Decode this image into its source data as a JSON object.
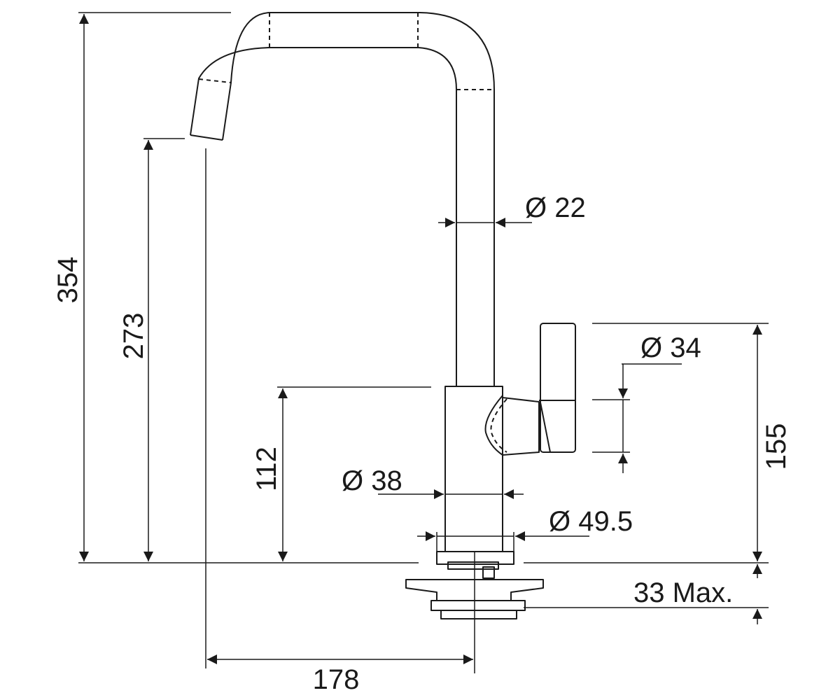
{
  "dimensions": {
    "total_height": "354",
    "spout_height": "273",
    "body_height": "112",
    "lever_height": "155",
    "spout_reach": "178",
    "spout_diameter": "Ø 22",
    "lever_diameter": "Ø 34",
    "body_diameter": "Ø 38",
    "base_diameter": "Ø 49.5",
    "max_mount_thickness": "33 Max."
  },
  "colors": {
    "line": "#1a1a1a",
    "background": "#ffffff"
  }
}
